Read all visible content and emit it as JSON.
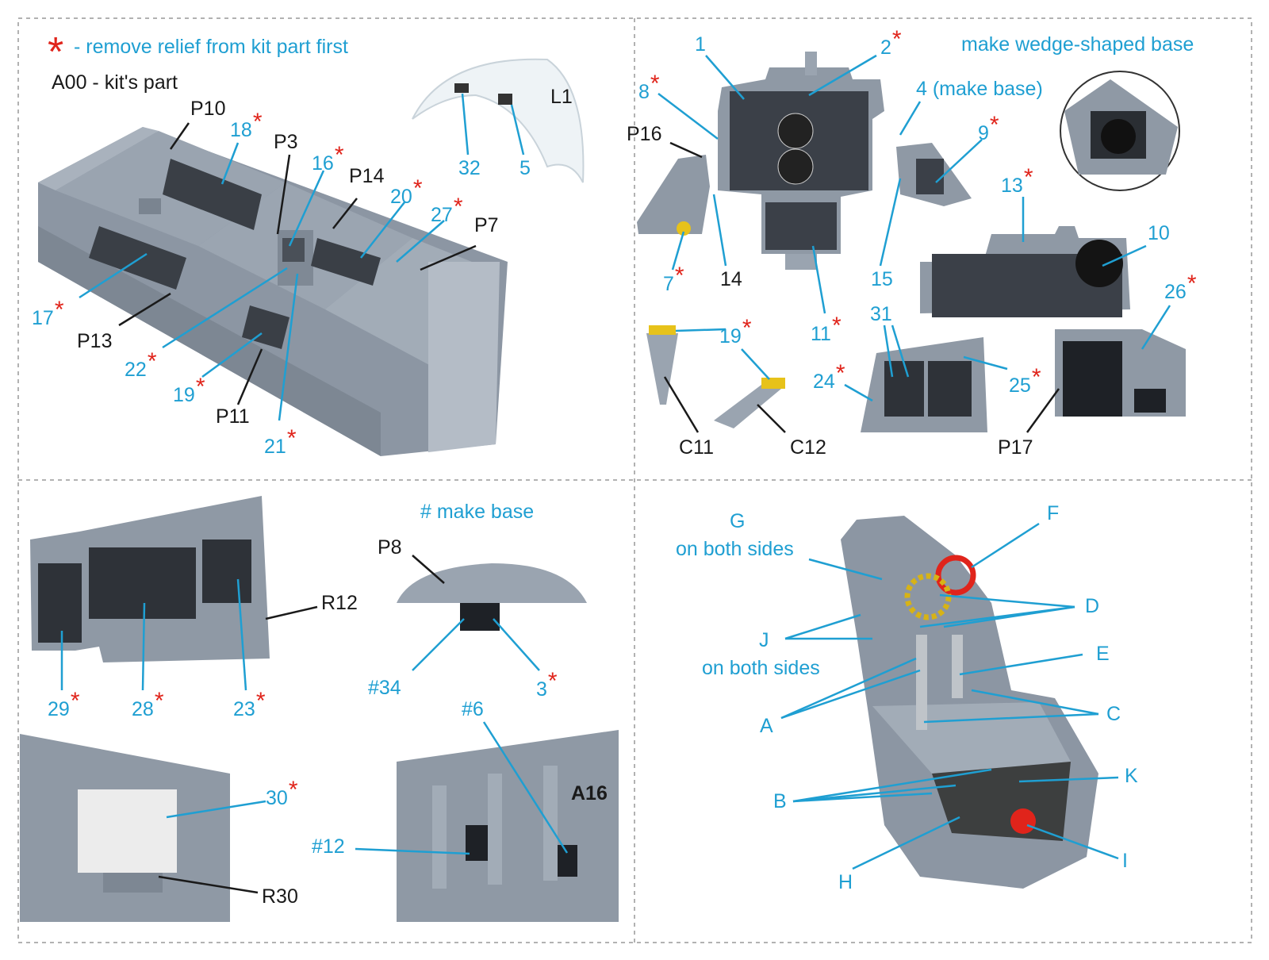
{
  "colors": {
    "label_blue": "#1f9fd2",
    "label_black": "#1a1a1a",
    "star_red": "#e0241b",
    "resin_gray": "#8c96a3",
    "divider": "#999999"
  },
  "legend": {
    "star_icon": "red-asterisk",
    "star_text": "- remove relief from kit part first",
    "kit_text": "A00 - kit's part",
    "base_note": "# make base",
    "wedge_note": "make wedge-shaped base",
    "make_base_note": "4 (make base)"
  },
  "labels": {
    "p10": "P10",
    "p3": "P3",
    "p14": "P14",
    "p7": "P7",
    "p13": "P13",
    "p11": "P11",
    "n18": "18",
    "n16": "16",
    "n20": "20",
    "n27": "27",
    "n17": "17",
    "n22": "22",
    "n19a": "19",
    "n21": "21",
    "l1": "L1",
    "n32": "32",
    "n5": "5",
    "n1": "1",
    "n2": "2",
    "n8": "8",
    "p16": "P16",
    "n9": "9",
    "n7": "7",
    "n14": "14",
    "n15": "15",
    "n11": "11",
    "n13": "13",
    "n10": "10",
    "n26": "26",
    "n31": "31",
    "n24": "24",
    "n25": "25",
    "p17": "P17",
    "n19b": "19",
    "c11": "C11",
    "c12": "C12",
    "r12": "R12",
    "n29": "29",
    "n28": "28",
    "n23": "23",
    "p8": "P8",
    "h34": "#34",
    "n3": "3",
    "n30": "30",
    "r30": "R30",
    "h6": "#6",
    "h12": "#12",
    "a16": "A16",
    "g": "G",
    "g_note": "on both sides",
    "f": "F",
    "d": "D",
    "j": "J",
    "j_note": "on both sides",
    "e": "E",
    "a": "A",
    "c": "C",
    "b": "B",
    "k": "K",
    "h": "H",
    "i": "I"
  }
}
